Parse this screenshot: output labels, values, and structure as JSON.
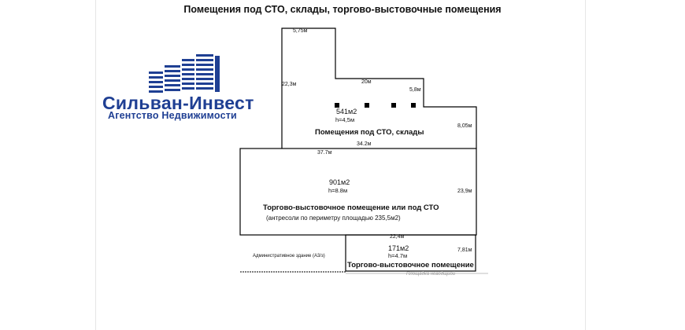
{
  "title": "Помещения под СТО, склады, торгово-выстовочные помещения",
  "brand": {
    "name": "Сильван-Инвест",
    "subtitle": "Агентство Недвижимости",
    "color": "#1f3f93"
  },
  "plan": {
    "block1": {
      "dim_top": "5,75м",
      "dim_left": "22,3м",
      "dim_step": "20м",
      "dim_step_h": "5,8м",
      "dim_right": "8,05м",
      "dim_bottom": "34.2м",
      "area": "541м2",
      "height": "h=4,5м",
      "name": "Помещения под СТО, склады"
    },
    "block2": {
      "dim_top": "37.7м",
      "dim_right": "23,9м",
      "area": "901м2",
      "height": "h=8.8м",
      "name": "Торгово-выстовочное помещение или под СТО",
      "note": "(антресоли по периметру площадью 235,5м2)"
    },
    "block3": {
      "dim_top": "22,4м",
      "dim_right": "7,81м",
      "area": "171м2",
      "height": "h=4.7м",
      "name": "Торгово-выстовочное помещение"
    },
    "admin_label": "Административное здание (А3/з)",
    "yard_label": "Площадка неводщиой"
  }
}
